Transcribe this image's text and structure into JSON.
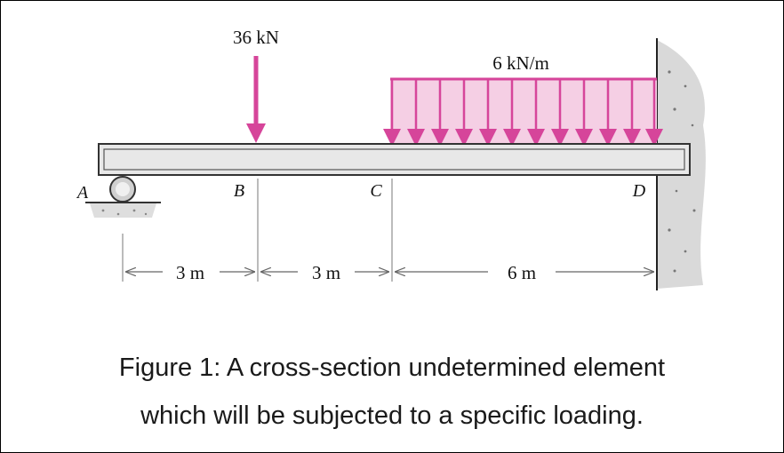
{
  "diagram": {
    "point_load": {
      "label": "36 kN"
    },
    "distributed_load": {
      "label": "6 kN/m"
    },
    "points": {
      "a": "A",
      "b": "B",
      "c": "C",
      "d": "D"
    },
    "dimensions": {
      "ab": "3 m",
      "bc": "3 m",
      "cd": "6 m"
    },
    "colors": {
      "load": "#d6459a",
      "load_fill": "#f5cfe4",
      "beam": "#e8e8e8",
      "wall": "#d9d9d9"
    }
  },
  "caption": {
    "line1": "Figure 1: A cross-section undetermined element",
    "line2": "which will be subjected to a specific loading."
  }
}
